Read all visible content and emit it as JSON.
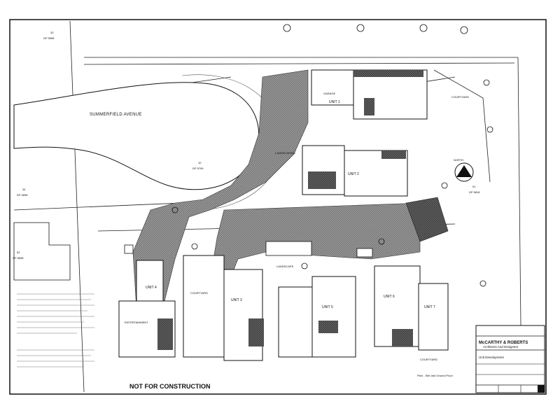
{
  "drawing": {
    "street_name": "SUMMERFIELD AVENUE",
    "stamp": "NOT FOR CONSTRUCTION",
    "north_label": "NORTH",
    "sheet_title": "Plan - Site and Ground Floor",
    "lot_labels": [
      "DP 5598",
      "DP 5698",
      "DP 5799",
      "DP 5818",
      "DP 5838"
    ],
    "lot_numbers": [
      "33",
      "34",
      "10",
      "51",
      "52"
    ],
    "room_labels": [
      "GARAGE",
      "LANDSCAPING",
      "COURTYARD",
      "ENTERTAINMENT",
      "LANDSCAPE",
      "COURTYARD",
      "COURTYARD"
    ]
  },
  "units": [
    {
      "label": "UNIT 1"
    },
    {
      "label": "UNIT 2"
    },
    {
      "label": "UNIT 3"
    },
    {
      "label": "UNIT 4"
    },
    {
      "label": "UNIT 5"
    },
    {
      "label": "UNIT 6"
    },
    {
      "label": "UNIT 7"
    }
  ],
  "title_block": {
    "firm": "McCARTHY & ROBERTS",
    "subtitle": "Architects And Designers",
    "project": "Unit Development"
  },
  "colors": {
    "ink": "#111111",
    "paving": "#8a8a8a",
    "paper": "#ffffff"
  }
}
